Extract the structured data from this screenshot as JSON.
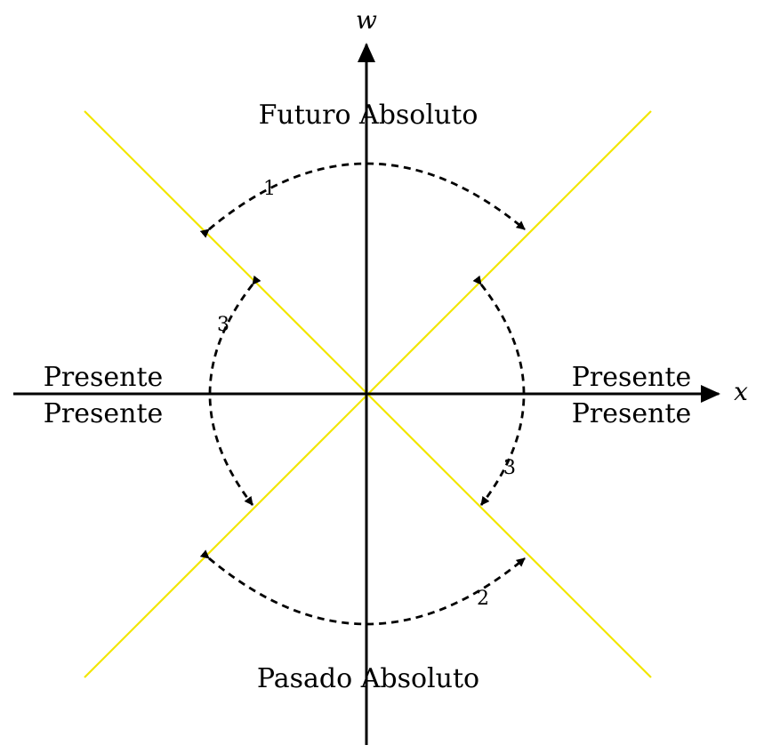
{
  "axes": {
    "vertical_label": "w",
    "horizontal_label": "x"
  },
  "regions": {
    "future": "Futuro Absoluto",
    "past": "Pasado Absoluto",
    "present_left_top": "Presente",
    "present_left_bottom": "Presente",
    "present_right_top": "Presente",
    "present_right_bottom": "Presente"
  },
  "arcs": {
    "top": "1",
    "bottom": "2",
    "left": "3",
    "right": "3"
  },
  "colors": {
    "light_cone": "#f2e600",
    "axes": "#000000"
  }
}
